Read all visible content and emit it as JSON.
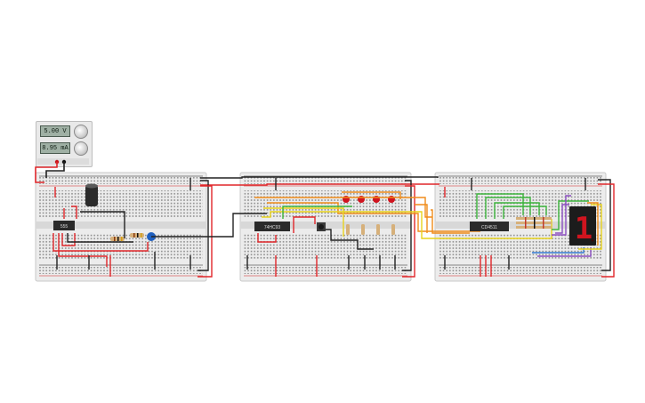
{
  "power_supply": {
    "voltage": "5.00 V",
    "current": "8.95 mA"
  },
  "chips": {
    "timer": "555",
    "counter": "74HC93",
    "decoder": "CD4511"
  },
  "seven_segment": {
    "digit": "1",
    "segment_color": "#d0141f"
  },
  "colors": {
    "wire_red": "#e0262a",
    "wire_black": "#222222",
    "wire_orange": "#f08c1a",
    "wire_yellow": "#e8d31c",
    "wire_green": "#3cb43c",
    "wire_purple": "#8c4fc2",
    "wire_blue": "#3a7fd6",
    "capacitor_blue": "#1e5fbf"
  }
}
